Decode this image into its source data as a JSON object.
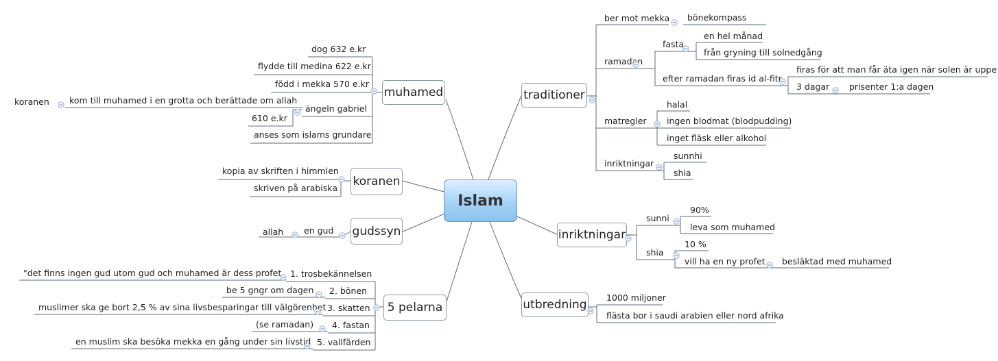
{
  "central": "Islam",
  "colors": {
    "central_fill": "#a5d2f6",
    "line": "#5c6b7a",
    "collapse": "#9ab4d6"
  },
  "muhamed": {
    "label": "muhamed",
    "items": [
      "dog 632 e.kr",
      "flydde till medina 622 e.kr",
      "född i mekka 570 e.kr",
      "ängeln gabriel",
      "610 e.kr",
      "anses som islams grundare"
    ],
    "gabriel_detail": "kom till muhamed i en grotta och berättade om allah",
    "gabriel_detail_child": "koranen"
  },
  "koranen": {
    "label": "koranen",
    "items": [
      "kopia av skriften i himmlen",
      "skriven på arabiska"
    ]
  },
  "gudssyn": {
    "label": "gudssyn",
    "item": "en gud",
    "item_child": "allah"
  },
  "pelarna": {
    "label": "5 pelarna",
    "items": [
      "1. trosbekännelsen",
      "2. bönen",
      "3. skatten",
      "4. fastan",
      "5. vallfärden"
    ],
    "details": [
      "\"det finns ingen gud utom gud och muhamed är dess profet",
      "be 5 gngr om dagen",
      "muslimer ska ge bort 2,5 % av sina livsbesparingar till välgörenhet",
      "(se ramadan)",
      "en muslim ska besöka mekka en gång under sin livstid"
    ]
  },
  "traditioner": {
    "label": "traditioner",
    "ber": "ber mot mekka",
    "ber_child": "bönekompass",
    "ramadan": "ramadan",
    "fasta": "fasta",
    "fasta_items": [
      "en hel månad",
      "från gryning till solnedgång"
    ],
    "idalfitr": "efter ramadan firas id al-fitr",
    "idalfitr_items": [
      "firas för att man får äta igen när solen är uppe",
      "3 dagar"
    ],
    "tredagar_child": "prisenter 1:a dagen",
    "matregler": "matregler",
    "matregler_items": [
      "halal",
      "ingen blodmat (blodpudding)",
      "inget fläsk eller alkohol"
    ],
    "inriktningar": "inriktningar",
    "inriktningar_items": [
      "sunnhi",
      "shia"
    ]
  },
  "inriktningar": {
    "label": "inriktningar",
    "sunni": "sunni",
    "sunni_items": [
      "90%",
      "leva som muhamed"
    ],
    "shia": "shia",
    "shia_items": [
      "10 %",
      "vill ha en ny profet"
    ],
    "profet_child": "besläktad med muhamed"
  },
  "utbredning": {
    "label": "utbredning",
    "items": [
      "1000 miljoner",
      "flästa bor i saudi arabien eller nord afrika"
    ]
  }
}
